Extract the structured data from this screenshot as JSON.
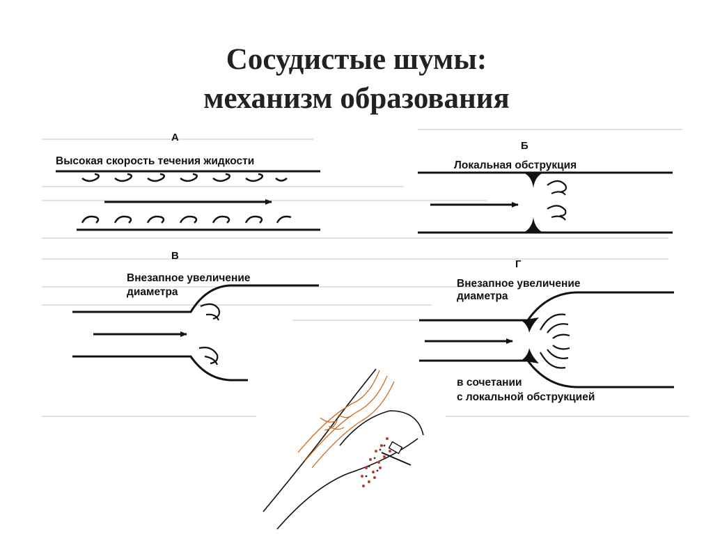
{
  "title": {
    "line1": "Сосудистые шумы:",
    "line2": "механизм образования"
  },
  "panels": {
    "a": {
      "letter": "А",
      "caption": "Высокая скорость течения жидкости"
    },
    "b": {
      "letter": "Б",
      "caption": "Локальная обструкция"
    },
    "v": {
      "letter": "В",
      "caption_line1": "Внезапное увеличение",
      "caption_line2": "диаметра"
    },
    "g": {
      "letter": "Г",
      "caption_line1": "Внезапное увеличение",
      "caption_line2": "диаметра",
      "caption_line3": "в сочетании",
      "caption_line4": "с локальной обструкцией"
    }
  },
  "icons": {
    "flow_arrow": "arrow-right-icon",
    "turbulence": "eddy-icon",
    "vessel_sketch": "arm-vessel-sketch-icon"
  },
  "colors": {
    "ink": "#111111",
    "title": "#222222",
    "sketch_orange": "#d2691e",
    "sketch_red": "#c0392b",
    "ghost_text": "#cfcfcf"
  }
}
